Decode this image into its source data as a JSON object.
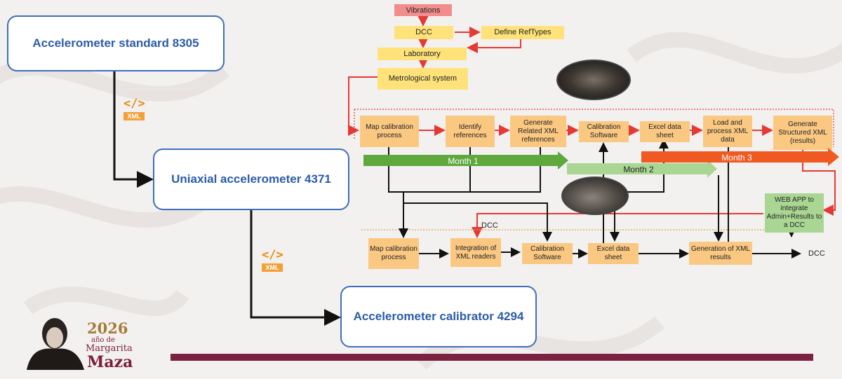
{
  "devices": {
    "standard": "Accelerometer standard 8305",
    "uniaxial": "Uniaxial accelerometer 4371",
    "calibrator": "Accelerometer calibrator 4294"
  },
  "xml_badge": {
    "icon": "</>",
    "label": "XML"
  },
  "top_chain": {
    "vibrations": "Vibrations",
    "dcc": "DCC",
    "define_reftypes": "Define RefTypes",
    "laboratory": "Laboratory",
    "metrological": "Metrological system"
  },
  "process_row": {
    "map": "Map calibration process",
    "identify": "Identify references",
    "generate_related": "Generate Related XML references",
    "calib_software": "Calibration Software",
    "excel": "Excel data sheet",
    "load_process": "Load and process XML data",
    "generate_structured": "Generate Structured XML (results)"
  },
  "timeline": {
    "month1": "Month 1",
    "month2": "Month 2",
    "month3": "Month 3"
  },
  "webapp": "WEB APP to integrate Admin+Results to a DCC",
  "dcc_label": "DCC",
  "bottom_row": {
    "map": "Map calibration process",
    "integration": "Integration of XML readers",
    "calib_software": "Calibration Software",
    "excel": "Excel data sheet",
    "generation": "Generation of XML results",
    "dcc_out": "DCC"
  },
  "logo": {
    "year": "2026",
    "sub": "año de",
    "name1": "Margarita",
    "name2": "Maza"
  },
  "colors": {
    "device_border": "#3e6fb8",
    "device_text": "#2b5ca8",
    "box_orange": "#fbc882",
    "box_yellow": "#ffe27a",
    "box_red": "#f28d8d",
    "red_line": "#e53935",
    "month1": "#5fa83e",
    "month2": "#a9d793",
    "month3": "#f05a22",
    "footer": "#7d2142"
  }
}
